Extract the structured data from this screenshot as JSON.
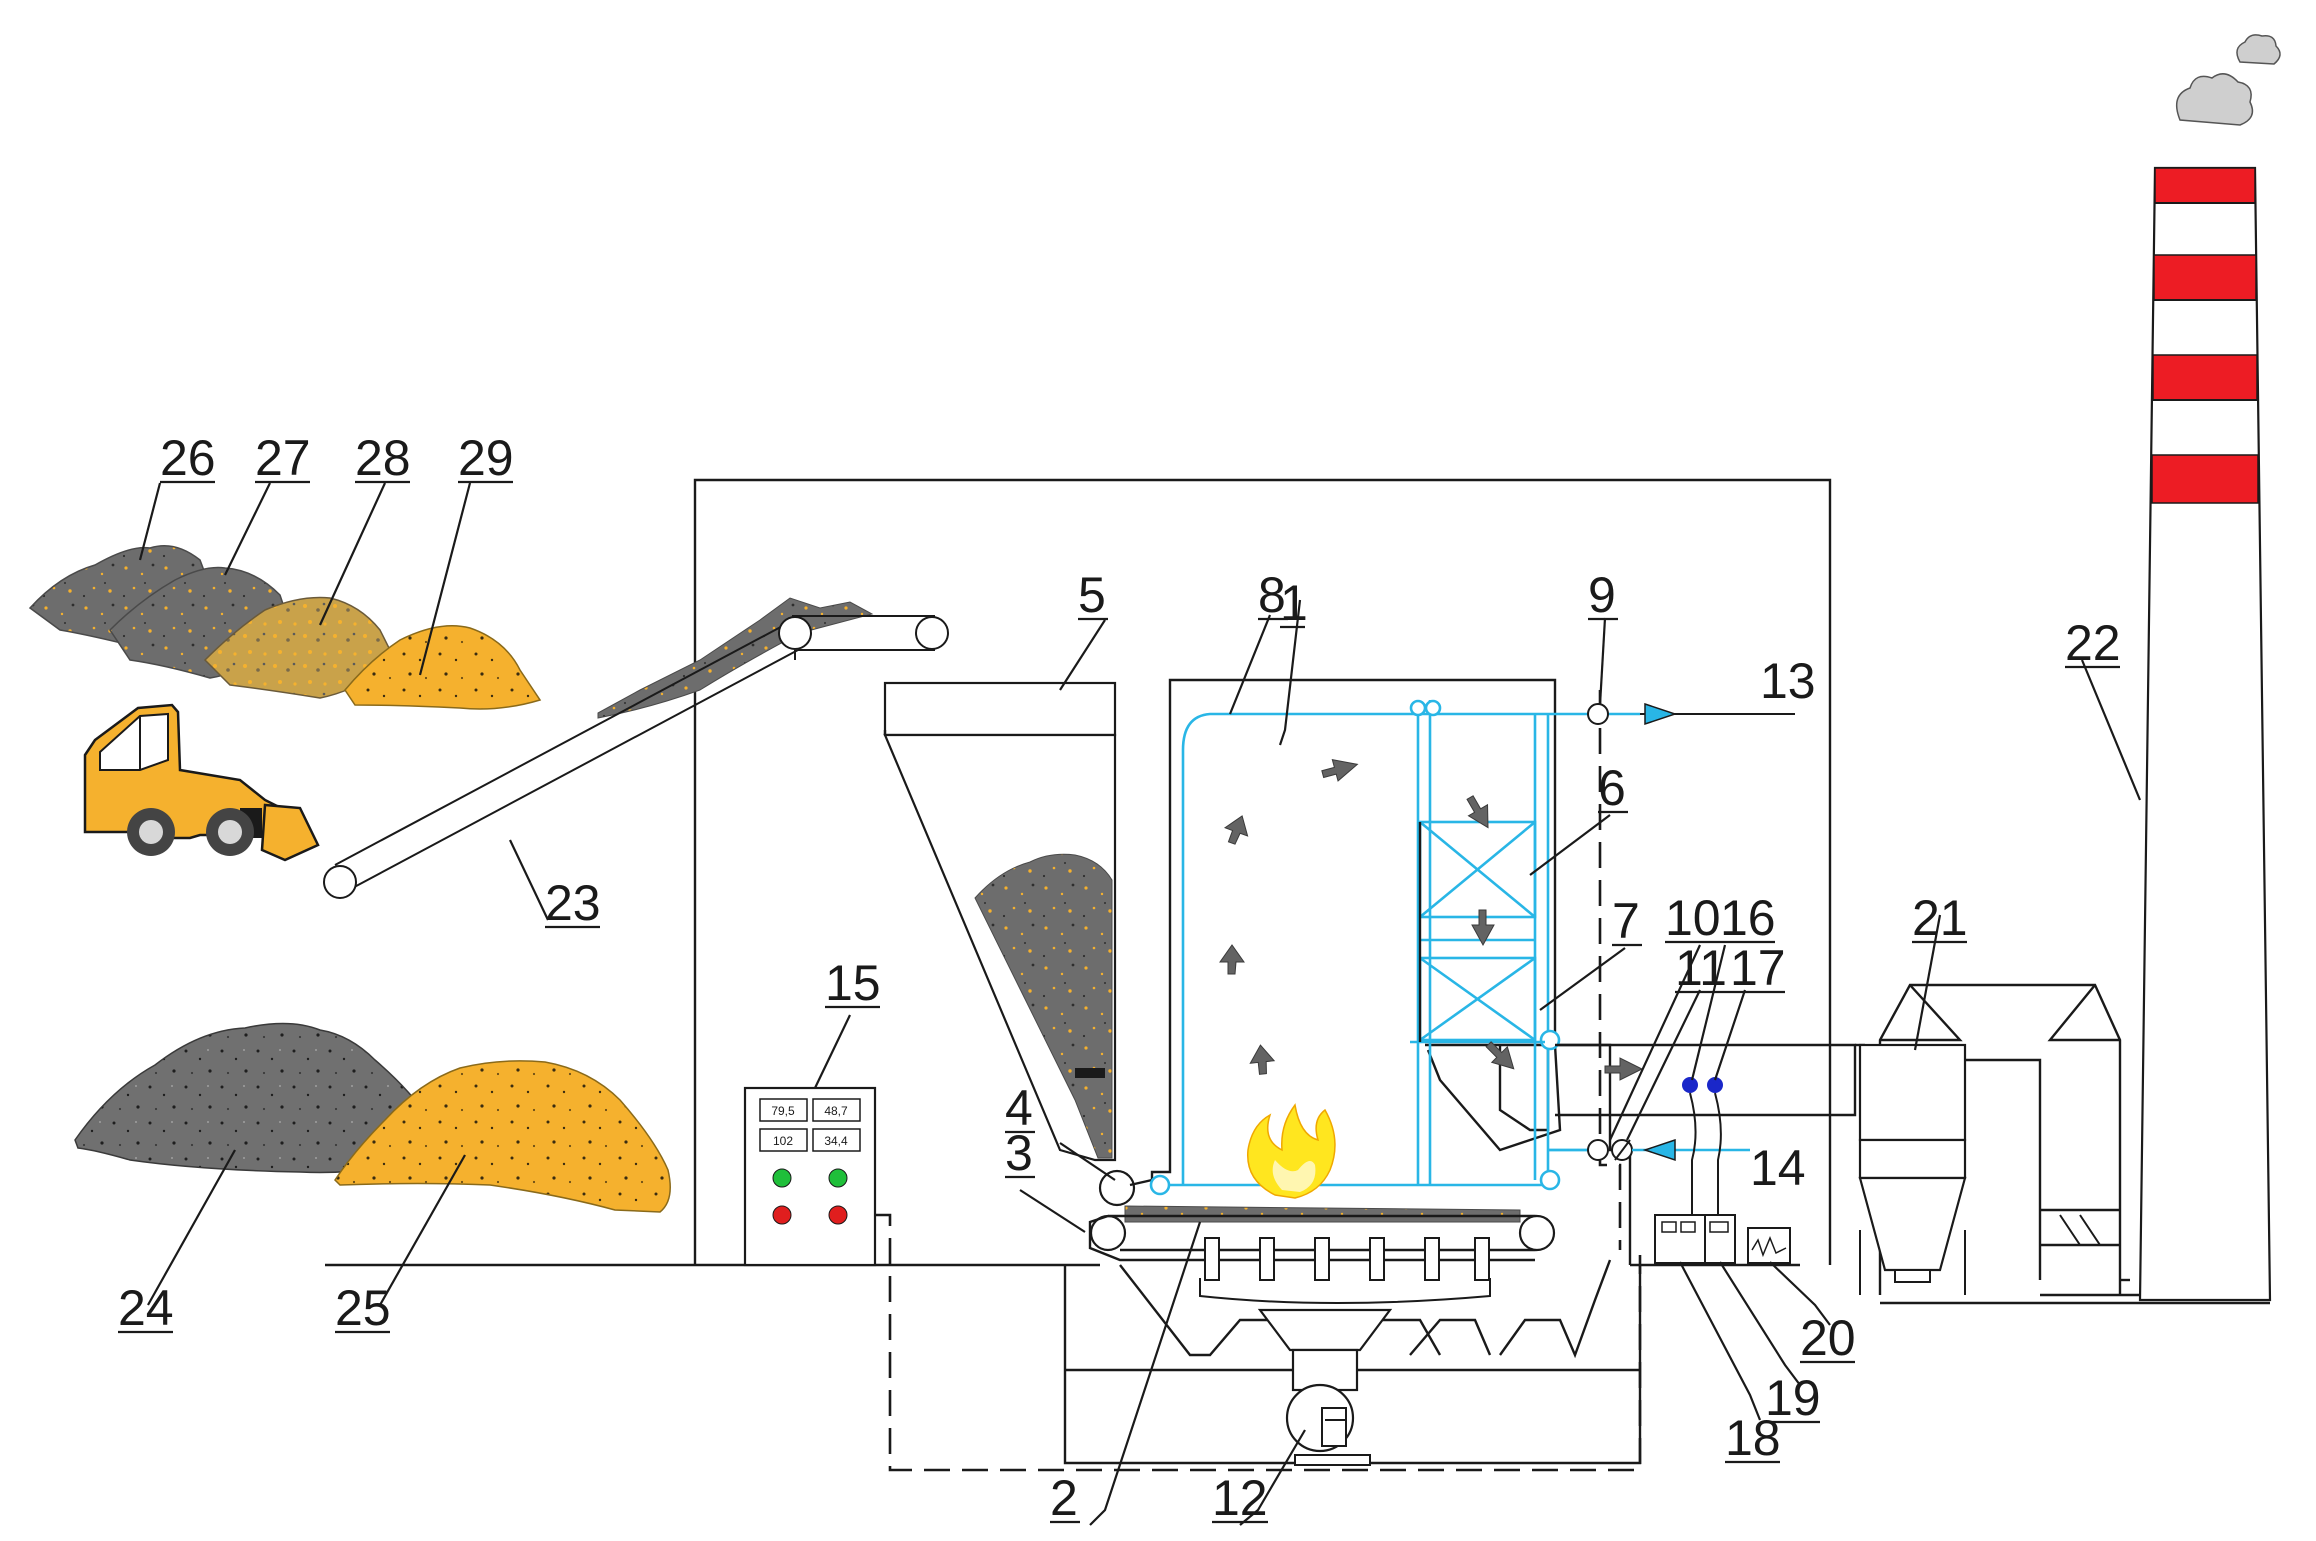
{
  "colors": {
    "ash": "#6d6d6d",
    "biomass": "#f5b12e",
    "flame": "#ffe61f",
    "water": "#29b6e6",
    "chimney_band": "#ed1c24",
    "arrow": "#636363",
    "led_green": "#1fbf3a",
    "led_red": "#e01e1e",
    "sensor": "#1a27c9"
  },
  "callouts": [
    {
      "id": "1",
      "label": "1"
    },
    {
      "id": "2",
      "label": "2"
    },
    {
      "id": "3",
      "label": "3"
    },
    {
      "id": "4",
      "label": "4"
    },
    {
      "id": "5",
      "label": "5"
    },
    {
      "id": "6",
      "label": "6"
    },
    {
      "id": "7",
      "label": "7"
    },
    {
      "id": "8",
      "label": "8"
    },
    {
      "id": "9",
      "label": "9"
    },
    {
      "id": "10",
      "label": "10"
    },
    {
      "id": "11",
      "label": "11"
    },
    {
      "id": "12",
      "label": "12"
    },
    {
      "id": "13",
      "label": "13"
    },
    {
      "id": "14",
      "label": "14"
    },
    {
      "id": "15",
      "label": "15"
    },
    {
      "id": "16",
      "label": "16"
    },
    {
      "id": "17",
      "label": "17"
    },
    {
      "id": "18",
      "label": "18"
    },
    {
      "id": "19",
      "label": "19"
    },
    {
      "id": "20",
      "label": "20"
    },
    {
      "id": "21",
      "label": "21"
    },
    {
      "id": "22",
      "label": "22"
    },
    {
      "id": "23",
      "label": "23"
    },
    {
      "id": "24",
      "label": "24"
    },
    {
      "id": "25",
      "label": "25"
    },
    {
      "id": "26",
      "label": "26"
    },
    {
      "id": "27",
      "label": "27"
    },
    {
      "id": "28",
      "label": "28"
    },
    {
      "id": "29",
      "label": "29"
    }
  ],
  "control_panel": {
    "displays": [
      "79,5",
      "48,7",
      "102",
      "34,4"
    ],
    "lights": [
      "green",
      "green",
      "red",
      "red"
    ]
  }
}
